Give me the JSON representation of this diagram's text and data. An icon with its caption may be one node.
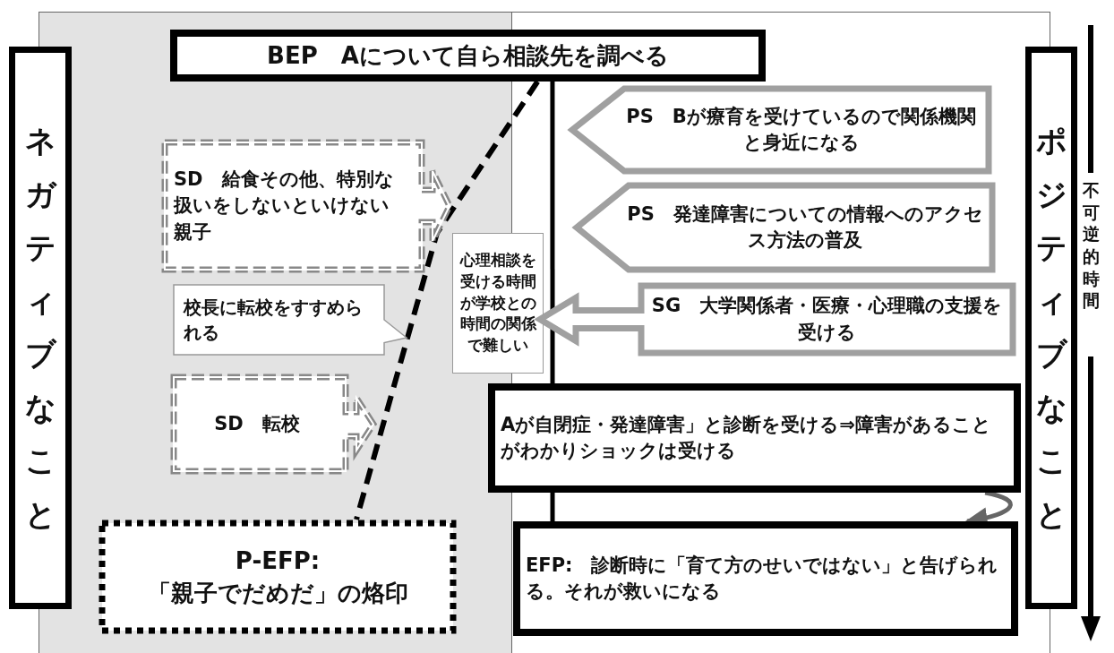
{
  "diagram": {
    "nodes": [
      {
        "text": [
          "ネガティブなこと"
        ]
      },
      {
        "text": [
          "ポジティブなこと"
        ]
      },
      {
        "text": [
          "BEP　Aについて自ら相談先を調べる"
        ]
      },
      {
        "text": [
          "SD　給食その他、特別な扱いをしないといけない親子"
        ]
      },
      {
        "text": [
          "PS　Bが療育を受けているので関係機関と身近になる"
        ]
      },
      {
        "text": [
          "PS　発達障害についての情報へのアクセス方法の普及"
        ]
      },
      {
        "text": [
          "校長に転校をすすめられる"
        ]
      },
      {
        "text": [
          "心理相談を受ける時間が学校との時間の関係で難しい"
        ]
      },
      {
        "text": [
          "SG　大学関係者・医療・心理職の支援を受ける"
        ]
      },
      {
        "text": [
          "SD　転校"
        ]
      },
      {
        "text": [
          "Aが自閉症・発達障害」と診断を受ける⇒障害があることがわかりショックは受ける"
        ]
      },
      {
        "text": [
          "P-EFP:",
          "「親子でだめだ」の烙印"
        ]
      },
      {
        "text": [
          "EFP:　診断時に「育て方のせいではない」と告げられる。それが救いになる"
        ]
      }
    ],
    "edges": [
      {
        "from": 2,
        "to": 10,
        "arrow": "none"
      },
      {
        "from": 10,
        "to": 12,
        "arrow": "none"
      },
      {
        "from": 2,
        "to": 11,
        "arrow": "none",
        "style": "dashed"
      },
      {
        "from": 10,
        "to": 12,
        "arrow": "to",
        "color": "#666666"
      }
    ],
    "labels": [
      "不可逆的時間"
    ]
  }
}
